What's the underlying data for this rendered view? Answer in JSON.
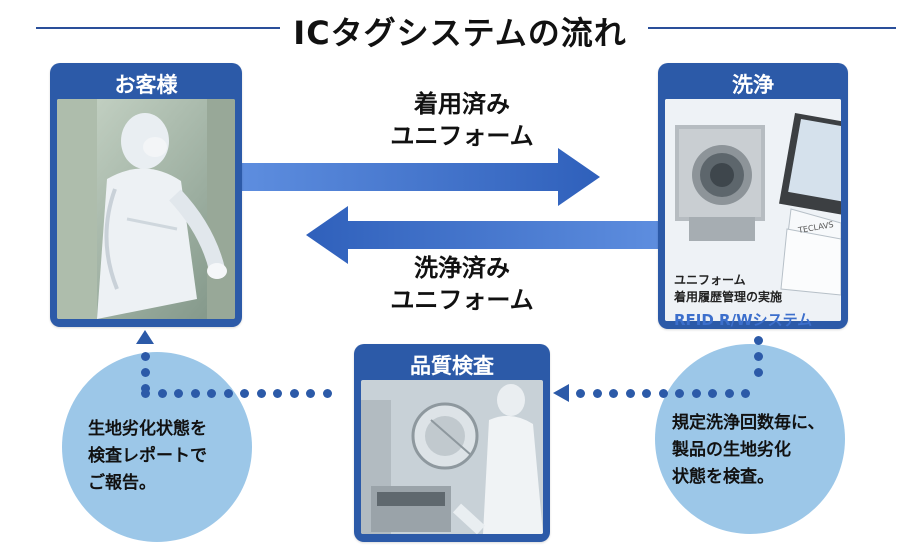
{
  "title": "ICタグシステムの流れ",
  "nodes": {
    "customer": {
      "label": "お客様"
    },
    "washing": {
      "label": "洗浄",
      "caption_line1": "ユニフォーム",
      "caption_line2": "着用履歴管理の実施",
      "caption_system": "RFID R/Wシステム",
      "panel_screen_text": "",
      "bag_text": "TECLAVS"
    },
    "inspection": {
      "label": "品質検査"
    }
  },
  "arrows": {
    "to_washing": {
      "line1": "着用済み",
      "line2": "ユニフォーム"
    },
    "to_customer": {
      "line1": "洗浄済み",
      "line2": "ユニフォーム"
    }
  },
  "notes": {
    "report": {
      "line1": "生地劣化状態を",
      "line2": "検査レポートで",
      "line3": "ご報告。"
    },
    "inspect": {
      "line1": "規定洗浄回数毎に、",
      "line2": "製品の生地劣化",
      "line3": "状態を検査。"
    }
  },
  "colors": {
    "panel_blue": "#2c5aa8",
    "arrow_blue": "#3b6cc4",
    "circle_blue": "#9cc7e8",
    "dot_blue": "#2c5aa8"
  }
}
